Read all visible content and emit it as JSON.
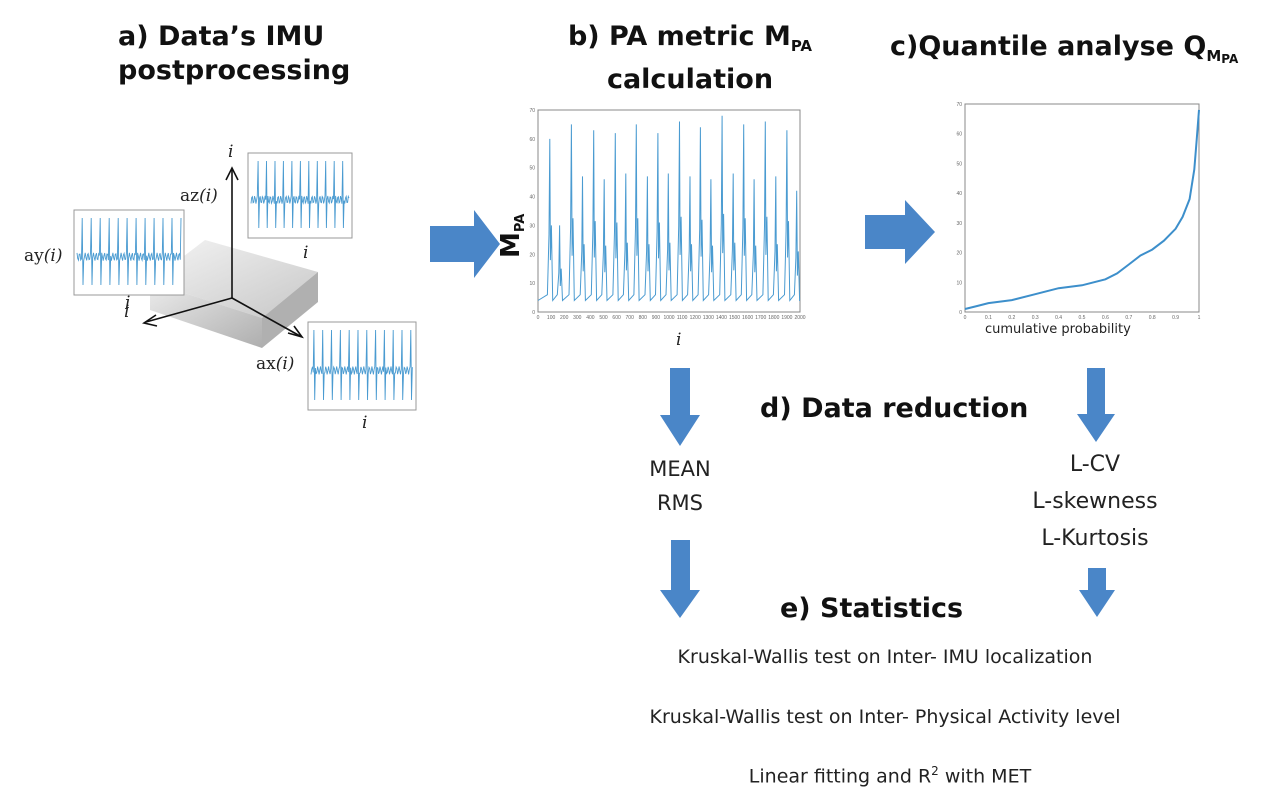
{
  "panel_a": {
    "title_line1": "a) Data’s IMU",
    "title_line2": "postprocessing",
    "axis_labels": {
      "az": "az",
      "ay": "ay",
      "ax": "ax",
      "i": "i",
      "arg": "(i)"
    }
  },
  "panel_b": {
    "title_prefix": "b) PA metric M",
    "title_sub": "PA",
    "title_line2": "calculation",
    "ylabel_main": "M",
    "ylabel_sub": "PA",
    "xlabel": "i"
  },
  "panel_c": {
    "title_prefix": "c)Quantile analyse Q",
    "title_sub1": "M",
    "title_sub2": "PA",
    "xlabel": "cumulative probability"
  },
  "panel_d": {
    "title": "d) Data reduction",
    "left_metrics": [
      "MEAN",
      "RMS"
    ],
    "right_metrics": [
      "L-CV",
      "L-skewness",
      "L-Kurtosis"
    ]
  },
  "panel_e": {
    "title": "e) Statistics",
    "line1": "Kruskal-Wallis test on Inter- IMU localization",
    "line2": "Kruskal-Wallis test on Inter- Physical Activity level",
    "line3_pre": "Linear fitting and R",
    "line3_sup": "2",
    "line3_post": " with MET"
  },
  "colors": {
    "arrow": "#4a86c8",
    "signal": "#4a9bd1",
    "frame": "#a0a0a0"
  },
  "chart_data": [
    {
      "type": "line",
      "title": "",
      "xlabel": "i",
      "ylabel": "MPA",
      "xlim": [
        0,
        2000
      ],
      "ylim": [
        0,
        70
      ],
      "x_ticks": [
        "0",
        "100",
        "200",
        "300",
        "400",
        "500",
        "600",
        "700",
        "800",
        "900",
        "1000",
        "1100",
        "1200",
        "1300",
        "1400",
        "1500",
        "1600",
        "1700",
        "1800",
        "1900",
        "2000"
      ],
      "y_ticks": [
        "0",
        "10",
        "20",
        "30",
        "40",
        "50",
        "60",
        "70"
      ],
      "series": [
        {
          "peaks_x": [
            90,
            165,
            255,
            340,
            425,
            505,
            590,
            670,
            750,
            835,
            915,
            995,
            1080,
            1160,
            1240,
            1320,
            1405,
            1490,
            1570,
            1650,
            1735,
            1815,
            1900,
            1975
          ],
          "peaks_y": [
            60,
            30,
            65,
            47,
            63,
            46,
            62,
            48,
            65,
            47,
            62,
            48,
            66,
            47,
            64,
            46,
            68,
            48,
            65,
            46,
            66,
            47,
            63,
            42
          ],
          "baseline_y": 4
        }
      ]
    },
    {
      "type": "line",
      "title": "",
      "xlabel": "cumulative probability",
      "ylabel": "",
      "xlim": [
        0,
        1
      ],
      "ylim": [
        0,
        70
      ],
      "x_ticks": [
        "0",
        "0.1",
        "0.2",
        "0.3",
        "0.4",
        "0.5",
        "0.6",
        "0.7",
        "0.8",
        "0.9",
        "1"
      ],
      "y_ticks": [
        "0",
        "10",
        "20",
        "30",
        "40",
        "50",
        "60",
        "70"
      ],
      "series": [
        {
          "x": [
            0,
            0.05,
            0.1,
            0.2,
            0.3,
            0.35,
            0.4,
            0.5,
            0.6,
            0.65,
            0.7,
            0.75,
            0.8,
            0.85,
            0.9,
            0.93,
            0.96,
            0.98,
            0.99,
            1.0
          ],
          "y": [
            1,
            2,
            3,
            4,
            6,
            7,
            8,
            9,
            11,
            13,
            16,
            19,
            21,
            24,
            28,
            32,
            38,
            48,
            58,
            68
          ]
        }
      ]
    }
  ]
}
